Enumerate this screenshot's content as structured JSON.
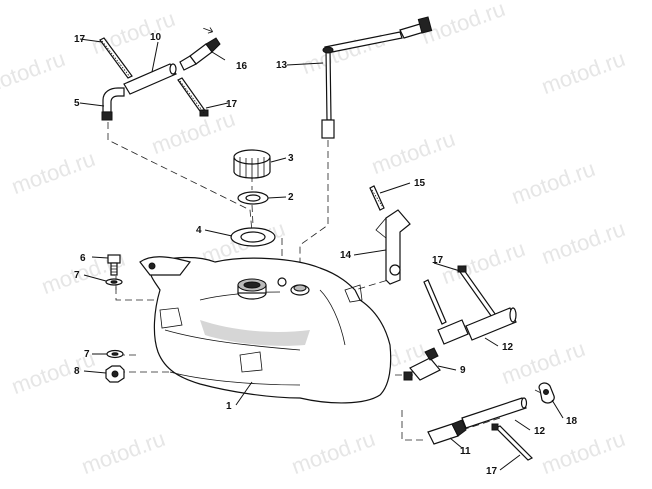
{
  "watermark": "motod.ru",
  "callouts": {
    "p1": "1",
    "p2": "2",
    "p3": "3",
    "p4": "4",
    "p5": "5",
    "p6": "6",
    "p7a": "7",
    "p7b": "7",
    "p8": "8",
    "p9": "9",
    "p10": "10",
    "p11": "11",
    "p12a": "12",
    "p12b": "12",
    "p13": "13",
    "p14": "14",
    "p15": "15",
    "p16": "16",
    "p17a": "17",
    "p17b": "17",
    "p17c": "17",
    "p17d": "17",
    "p18": "18"
  }
}
